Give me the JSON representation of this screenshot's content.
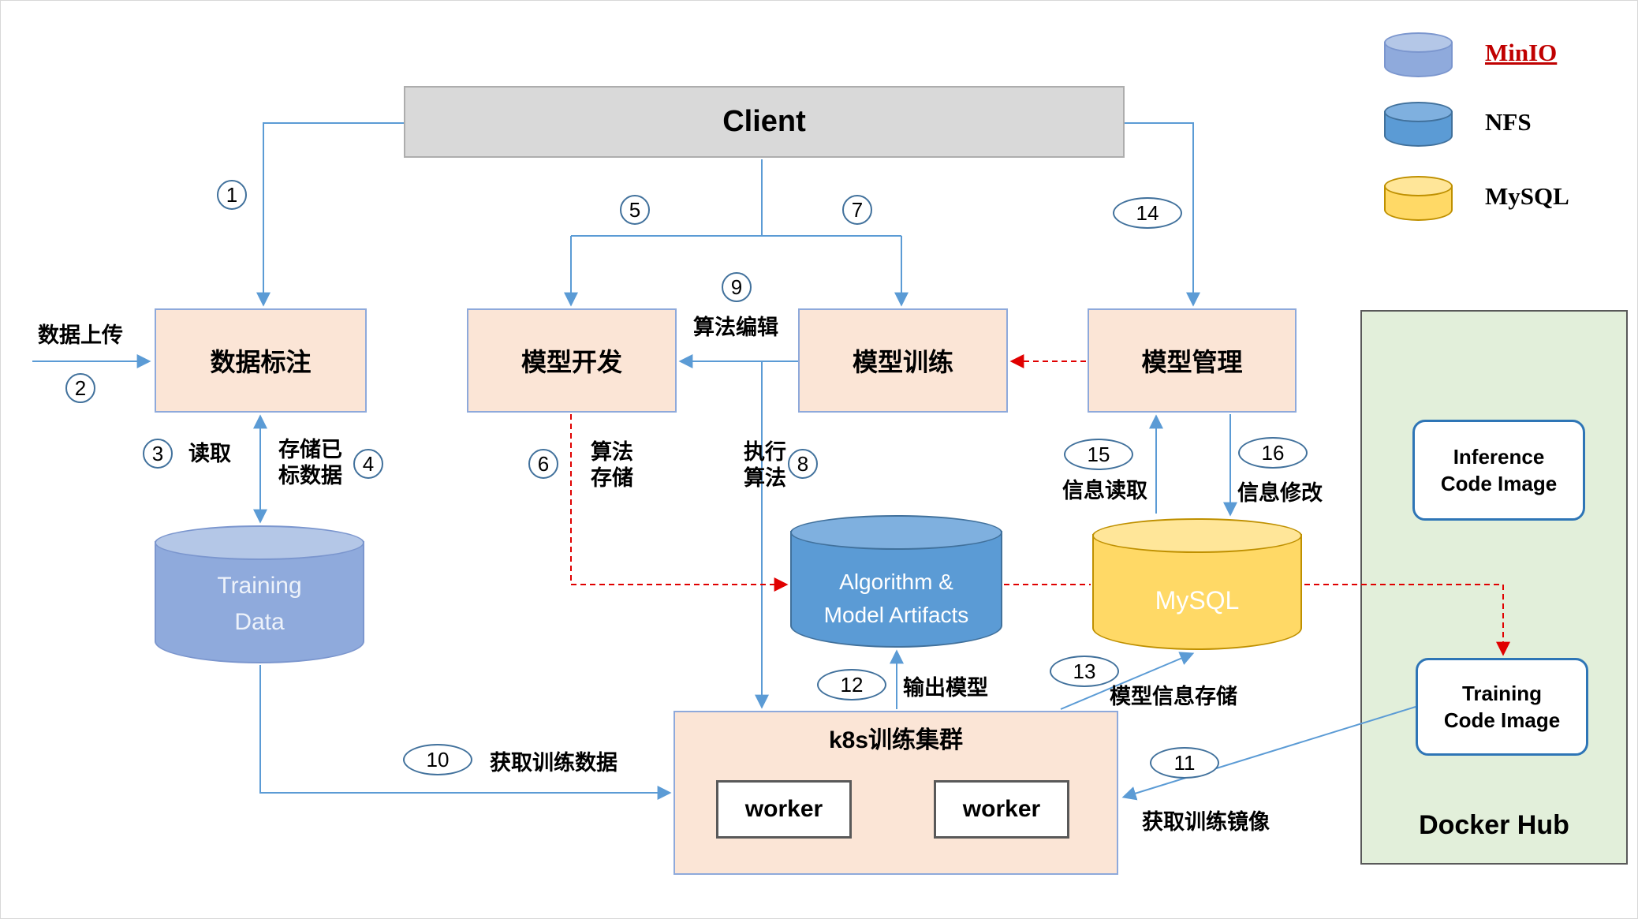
{
  "client": {
    "label": "Client"
  },
  "boxes": {
    "annotation": "数据标注",
    "dev": "模型开发",
    "train": "模型训练",
    "manage": "模型管理"
  },
  "cylinders": {
    "training_data": {
      "line1": "Training",
      "line2": "Data"
    },
    "artifacts": {
      "line1": "Algorithm &",
      "line2": "Model Artifacts"
    },
    "mysql": {
      "label": "MySQL"
    }
  },
  "k8s": {
    "title": "k8s训练集群",
    "workers": [
      "worker",
      "worker"
    ]
  },
  "docker": {
    "title": "Docker Hub",
    "inference": {
      "line1": "Inference",
      "line2": "Code Image"
    },
    "training": {
      "line1": "Training",
      "line2": "Code Image"
    }
  },
  "legend": {
    "minio": "MinIO",
    "nfs": "NFS",
    "mysql": "MySQL"
  },
  "markers": {
    "m1": "1",
    "m2": "2",
    "m3": "3",
    "m4": "4",
    "m5": "5",
    "m6": "6",
    "m7": "7",
    "m8": "8",
    "m9": "9",
    "m10": "10",
    "m11": "11",
    "m12": "12",
    "m13": "13",
    "m14": "14",
    "m15": "15",
    "m16": "16"
  },
  "labels": {
    "upload": "数据上传",
    "read": "读取",
    "store_line1": "存储已",
    "store_line2": "标数据",
    "algo_edit": "算法编辑",
    "algo_store_line1": "算法",
    "algo_store_line2": "存储",
    "exec_line1": "执行",
    "exec_line2": "算法",
    "info_read": "信息读取",
    "info_modify": "信息修改",
    "output_model": "输出模型",
    "model_info_store": "模型信息存储",
    "get_training_data": "获取训练数据",
    "get_training_image": "获取训练镜像"
  },
  "colors": {
    "arrow_blue": "#5B9BD5",
    "arrow_red": "#E00000",
    "box_peach": "#FBE5D6",
    "client_gray": "#D9D9D9",
    "minio_blue": "#8FAADC",
    "nfs_blue": "#5B9BD5",
    "mysql_yellow": "#FFD966",
    "docker_green": "#E2EFDA"
  }
}
